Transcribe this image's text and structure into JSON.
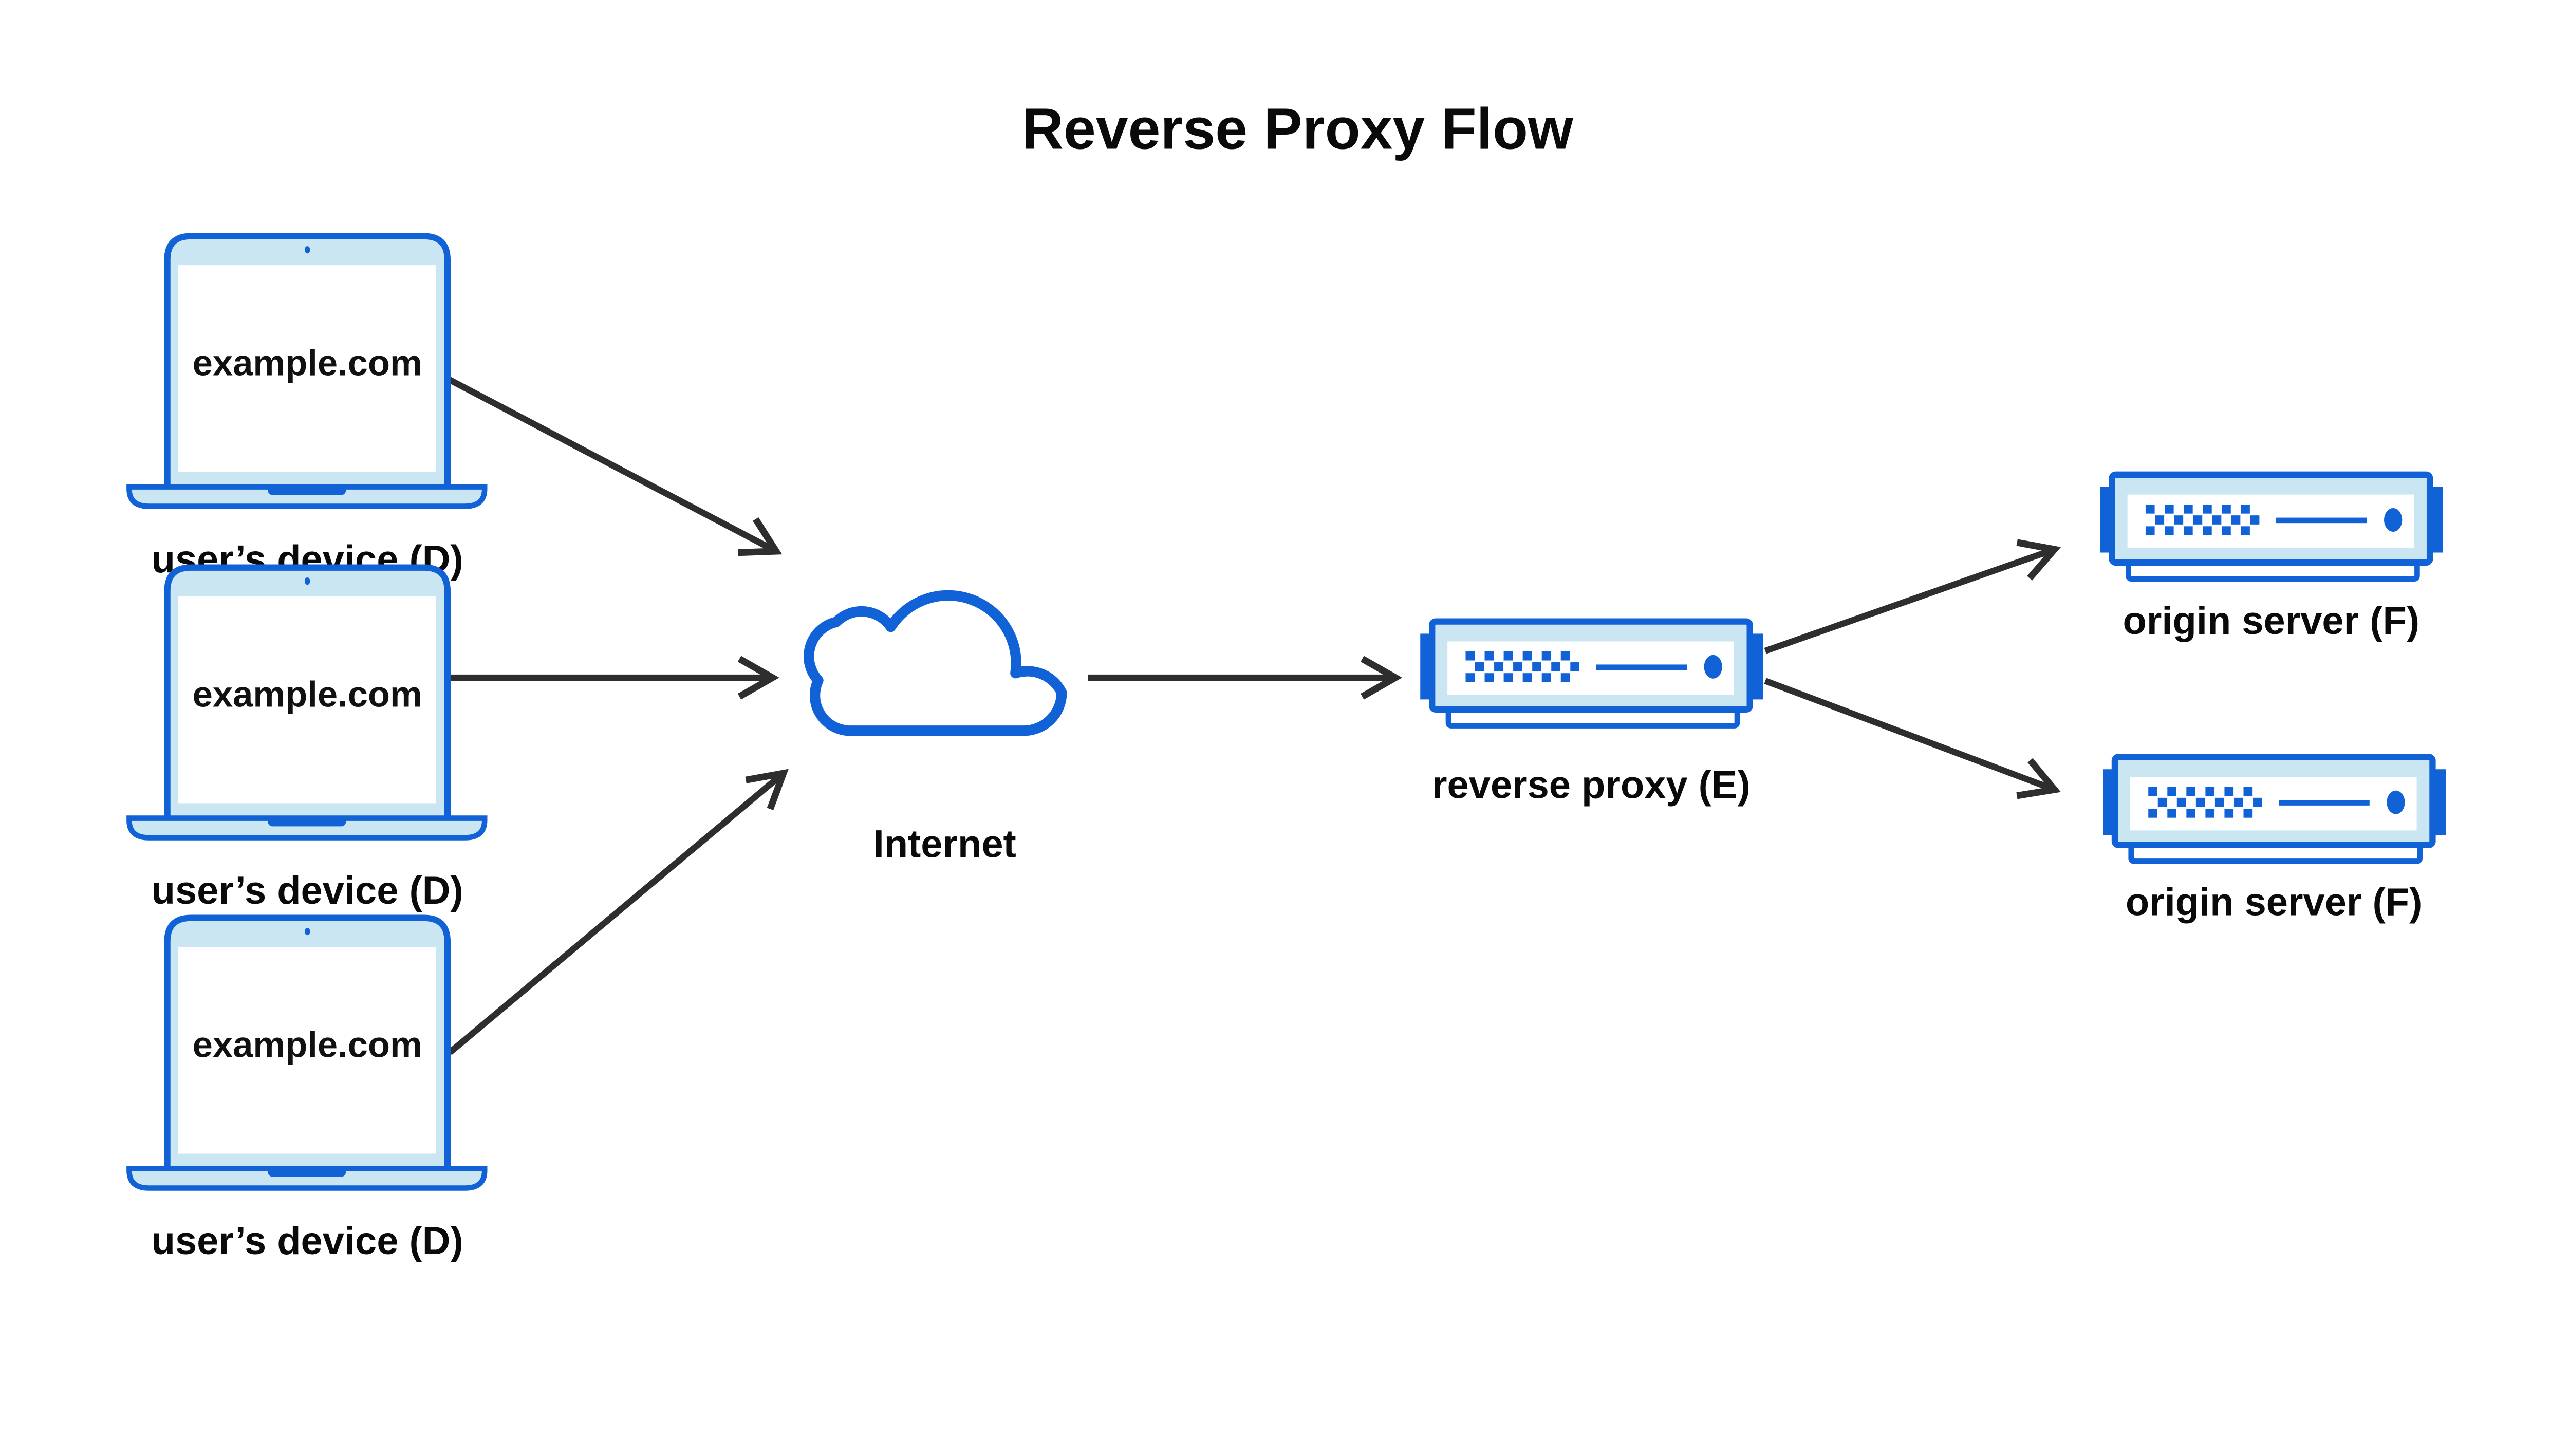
{
  "title": "Reverse Proxy Flow",
  "colors": {
    "blue": "#1062d6",
    "light_blue": "#cbe6f3",
    "arrow": "#2e2e2e",
    "text": "#0a0a0a",
    "background": "#ffffff"
  },
  "nodes": {
    "user_devices": [
      {
        "id": "device-1",
        "screen_text": "example.com",
        "label": "user’s device (D)"
      },
      {
        "id": "device-2",
        "screen_text": "example.com",
        "label": "user’s device (D)"
      },
      {
        "id": "device-3",
        "screen_text": "example.com",
        "label": "user’s device (D)"
      }
    ],
    "internet": {
      "id": "internet",
      "label": "Internet"
    },
    "reverse_proxy": {
      "id": "reverse-proxy",
      "label": "reverse proxy (E)"
    },
    "origin_servers": [
      {
        "id": "origin-1",
        "label": "origin server (F)"
      },
      {
        "id": "origin-2",
        "label": "origin server (F)"
      }
    ]
  },
  "edges": [
    {
      "from": "device-1",
      "to": "internet"
    },
    {
      "from": "device-2",
      "to": "internet"
    },
    {
      "from": "device-3",
      "to": "internet"
    },
    {
      "from": "internet",
      "to": "reverse-proxy"
    },
    {
      "from": "reverse-proxy",
      "to": "origin-1"
    },
    {
      "from": "reverse-proxy",
      "to": "origin-2"
    }
  ]
}
